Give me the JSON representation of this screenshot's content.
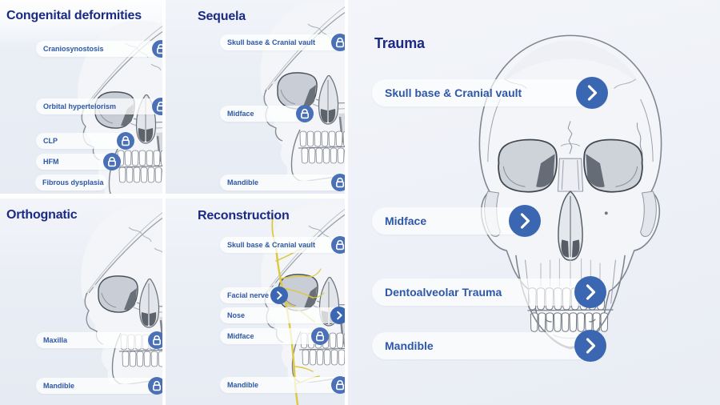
{
  "colors": {
    "title_navy": "#1b2a84",
    "label_blue": "#2d57a8",
    "lock_badge_blue": "#4a71b7",
    "arrow_badge_blue": "#3b66b2",
    "nerve_yellow": "#ddc93f",
    "panel_background": "#e9edf4",
    "pill_background": "#ffffff"
  },
  "panels": {
    "congenital": {
      "title": "Congenital deformities",
      "items": [
        {
          "label": "Craniosynostosis",
          "icon": "lock-icon"
        },
        {
          "label": "Orbital hypertelorism",
          "icon": "lock-icon"
        },
        {
          "label": "CLP",
          "icon": "lock-icon"
        },
        {
          "label": "HFM",
          "icon": "lock-icon"
        },
        {
          "label": "Fibrous dysplasia",
          "icon": "none"
        }
      ]
    },
    "orthognatic": {
      "title": "Orthognatic",
      "items": [
        {
          "label": "Maxilla",
          "icon": "lock-icon"
        },
        {
          "label": "Mandible",
          "icon": "lock-icon"
        }
      ]
    },
    "sequela": {
      "title": "Sequela",
      "items": [
        {
          "label": "Skull base & Cranial vault",
          "icon": "lock-icon"
        },
        {
          "label": "Midface",
          "icon": "lock-icon"
        },
        {
          "label": "Mandible",
          "icon": "lock-icon"
        }
      ]
    },
    "reconstruction": {
      "title": "Reconstruction",
      "items": [
        {
          "label": "Skull base & Cranial vault",
          "icon": "lock-icon"
        },
        {
          "label": "Facial nerve",
          "icon": "chevron-right-icon"
        },
        {
          "label": "Nose",
          "icon": "chevron-right-icon"
        },
        {
          "label": "Midface",
          "icon": "lock-icon"
        },
        {
          "label": "Mandible",
          "icon": "lock-icon"
        }
      ]
    },
    "trauma": {
      "title": "Trauma",
      "items": [
        {
          "label": "Skull base & Cranial vault",
          "icon": "chevron-right-icon"
        },
        {
          "label": "Midface",
          "icon": "chevron-right-icon"
        },
        {
          "label": "Dentoalveolar Trauma",
          "icon": "chevron-right-icon"
        },
        {
          "label": "Mandible",
          "icon": "chevron-right-icon"
        }
      ]
    }
  }
}
